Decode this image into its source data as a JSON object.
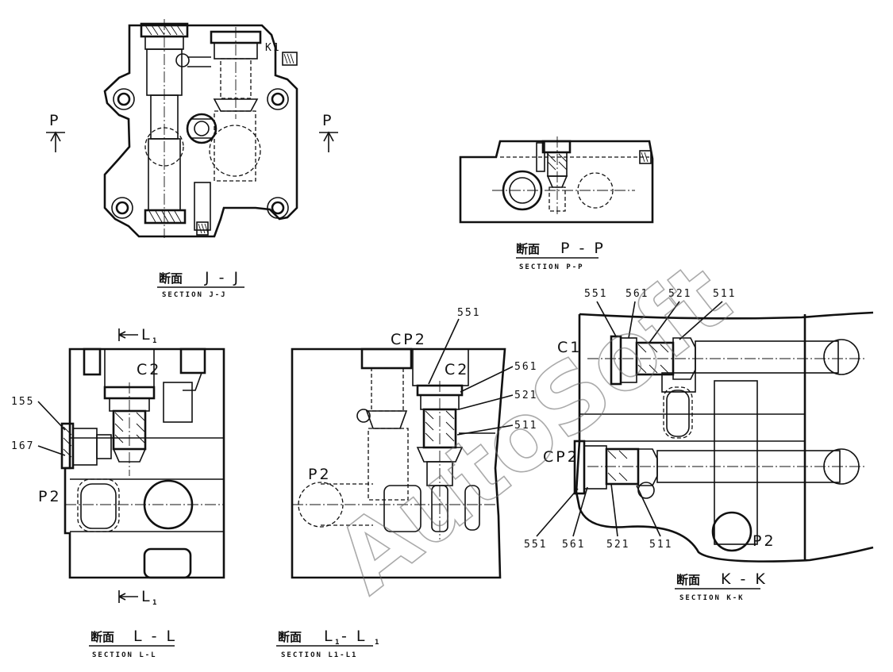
{
  "watermark": "AutoSoft",
  "views": {
    "jj": {
      "title_jp": "断面",
      "title": "J - J",
      "subtitle": "SECTION J-J",
      "labels": {
        "k1": "K1",
        "p_left": "P",
        "p_right": "P"
      }
    },
    "pp": {
      "title_jp": "断面",
      "title": "P - P",
      "subtitle": "SECTION P-P"
    },
    "ll": {
      "title_jp": "断面",
      "title": "L - L",
      "subtitle": "SECTION L-L",
      "labels": {
        "l1_top": "L",
        "l1_top_sub": "1",
        "l1_bot": "L",
        "l1_bot_sub": "1",
        "c2": "C2",
        "p2": "P2",
        "n155": "155",
        "n167": "167"
      }
    },
    "l1l1": {
      "title_jp": "断面",
      "title": "L",
      "title_sub1": "1",
      "title_mid": "- L",
      "title_sub2": "1",
      "subtitle": "SECTION L1-L1",
      "labels": {
        "cp2": "CP2",
        "c2": "C2",
        "p2": "P2",
        "n551": "551",
        "n561": "561",
        "n521": "521",
        "n511": "511"
      }
    },
    "kk": {
      "title_jp": "断面",
      "title": "K - K",
      "subtitle": "SECTION K-K",
      "labels": {
        "c1": "C1",
        "cp2": "CP2",
        "p2": "P2",
        "t551": "551",
        "t561": "561",
        "t521": "521",
        "t511": "511",
        "b551": "551",
        "b561": "561",
        "b521": "521",
        "b511": "511"
      }
    }
  }
}
